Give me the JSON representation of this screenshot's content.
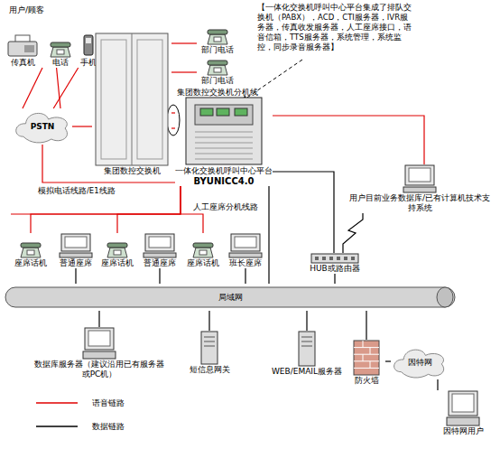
{
  "diagram": {
    "nodes": [
      {
        "text": [
          "传真机"
        ]
      },
      {
        "text": [
          "电话"
        ]
      },
      {
        "text": [
          "手机"
        ]
      },
      {
        "text": [
          "PSTN"
        ]
      },
      {
        "text": [
          "集团数控交换机"
        ]
      },
      {
        "text": [
          "部门电话"
        ]
      },
      {
        "text": [
          "部门电话"
        ]
      },
      {
        "text": [
          "一体化交换机呼叫中心平台",
          "BYUNICC4.0"
        ]
      },
      {
        "text": [
          "座席话机"
        ]
      },
      {
        "text": [
          "普通座席"
        ]
      },
      {
        "text": [
          "座席话机"
        ]
      },
      {
        "text": [
          "普通座席"
        ]
      },
      {
        "text": [
          "座席话机"
        ]
      },
      {
        "text": [
          "班长座席"
        ]
      },
      {
        "text": [
          "用户目前业务数据库/已有计算机技术支持系统"
        ]
      },
      {
        "text": [
          "HUB或路由器"
        ]
      },
      {
        "text": [
          "局域网"
        ]
      },
      {
        "text": [
          "数据库服务器（建议沿用已有服务器或PC机）"
        ]
      },
      {
        "text": [
          "短信息网关"
        ]
      },
      {
        "text": [
          "WEB/EMAIL服务器"
        ]
      },
      {
        "text": [
          "防火墙"
        ]
      },
      {
        "text": [
          "因特网"
        ]
      },
      {
        "text": [
          "因特网用户"
        ]
      }
    ],
    "edges": [
      {
        "from": 0,
        "to": 3,
        "arrow": "none"
      },
      {
        "from": 1,
        "to": 3,
        "arrow": "none"
      },
      {
        "from": 2,
        "to": 3,
        "arrow": "none"
      },
      {
        "from": 3,
        "to": 4,
        "arrow": "none"
      },
      {
        "from": 3,
        "to": 7,
        "arrow": "none"
      },
      {
        "from": 4,
        "to": 5,
        "arrow": "none"
      },
      {
        "from": 4,
        "to": 6,
        "arrow": "none"
      },
      {
        "from": 4,
        "to": 7,
        "arrow": "none"
      },
      {
        "from": 4,
        "to": 7,
        "arrow": "none"
      },
      {
        "from": 7,
        "to": 8,
        "arrow": "none"
      },
      {
        "from": 7,
        "to": 10,
        "arrow": "none"
      },
      {
        "from": 7,
        "to": 12,
        "arrow": "none"
      },
      {
        "from": 7,
        "to": 14,
        "arrow": "none"
      },
      {
        "from": 9,
        "to": 16,
        "arrow": "none"
      },
      {
        "from": 11,
        "to": 16,
        "arrow": "none"
      },
      {
        "from": 13,
        "to": 16,
        "arrow": "none"
      },
      {
        "from": 7,
        "to": 16,
        "arrow": "none"
      },
      {
        "from": 17,
        "to": 16,
        "arrow": "none"
      },
      {
        "from": 18,
        "to": 16,
        "arrow": "none"
      },
      {
        "from": 19,
        "to": 16,
        "arrow": "none"
      },
      {
        "from": 16,
        "to": 15,
        "arrow": "none"
      },
      {
        "from": 15,
        "to": 14,
        "arrow": "none"
      },
      {
        "from": 16,
        "to": 20,
        "arrow": "none"
      },
      {
        "from": 20,
        "to": 21,
        "arrow": "none"
      },
      {
        "from": 21,
        "to": 22,
        "arrow": "none"
      },
      {
        "from": 7,
        "to": 15,
        "arrow": "none"
      }
    ],
    "labels": [
      "用户/顾客",
      "【一体化交换机呼叫中心平台集成了排队交换机（PABX），ACD，CTI服务器，IVR服务器，传真收发服务器，人工座席接口，语音信箱，TTS服务器，系统管理，系统监控，同步录音服务器】",
      "集团数控交换机分机线",
      "模拟电话线路/E1线路",
      "人工座席分机线路"
    ],
    "legend": [
      {
        "text": "语音链路"
      },
      {
        "text": "数据链路"
      }
    ]
  }
}
